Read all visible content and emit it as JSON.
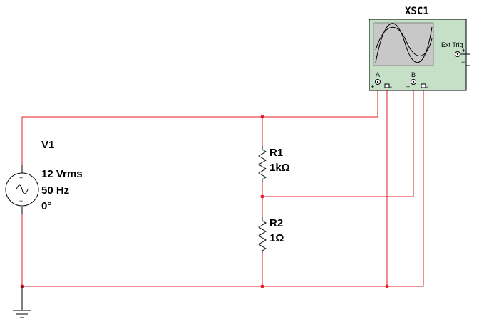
{
  "source": {
    "name": "V1",
    "voltage": "12 Vrms",
    "frequency": "50 Hz",
    "phase": "0°",
    "plus": "+",
    "minus": "−"
  },
  "r1": {
    "name": "R1",
    "value": "1kΩ"
  },
  "r2": {
    "name": "R2",
    "value": "1Ω"
  },
  "scope": {
    "name": "XSC1",
    "channel_a": "A",
    "channel_b": "B",
    "ext_trig": "Ext Trig",
    "plus": "+",
    "minus": "−"
  },
  "colors": {
    "wire": "#e31e24",
    "scope_body": "#c6e0c8",
    "scope_screen": "#c8c8c8",
    "component": "#000000"
  }
}
